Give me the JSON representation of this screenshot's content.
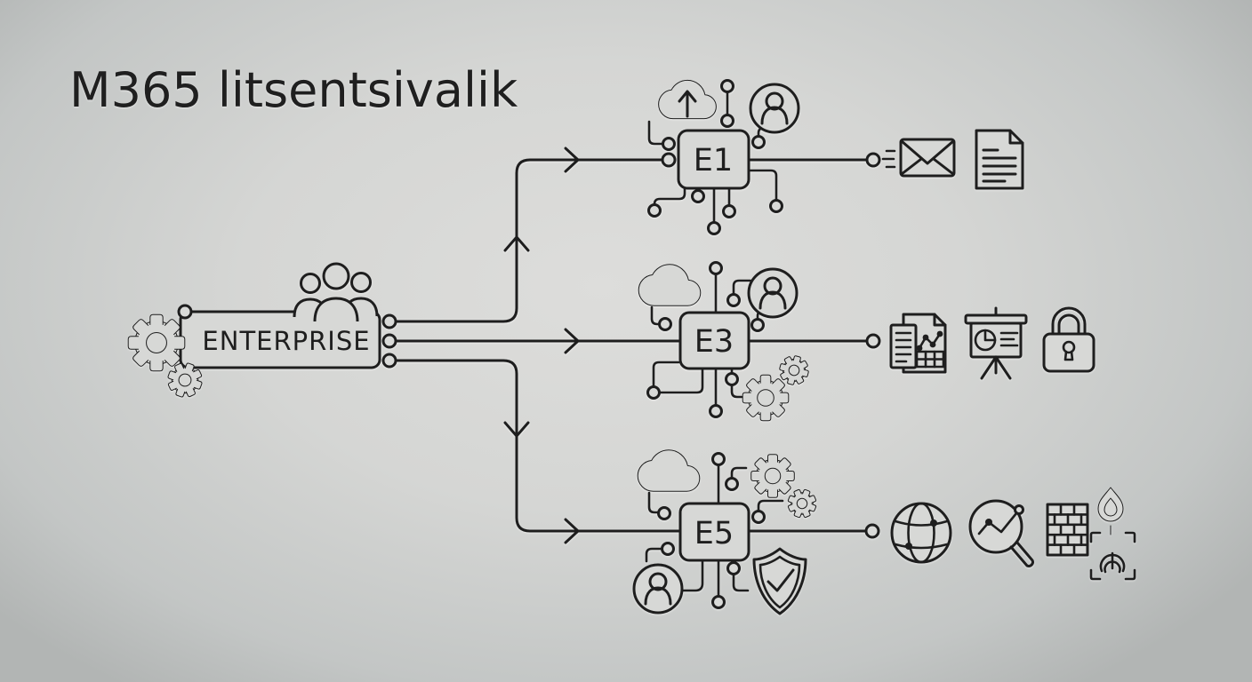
{
  "title": "M365 litsentsivalik",
  "colors": {
    "background_center": "#dddddb",
    "background_edge": "#b2b5b4",
    "line": "#1e1e1e"
  },
  "enterprise": {
    "label": "ENTERPRISE",
    "icons": [
      "gears-icon",
      "team-icon"
    ]
  },
  "tiers": [
    {
      "label": "E1",
      "decor_icons": [
        "cloud-upload-icon",
        "user-badge-icon",
        "circuit-traces"
      ],
      "feature_icons": [
        "mail-icon",
        "document-icon"
      ]
    },
    {
      "label": "E3",
      "decor_icons": [
        "cloud-icon",
        "user-badge-icon",
        "gears-icon",
        "circuit-traces"
      ],
      "feature_icons": [
        "report-chart-icon",
        "presentation-icon",
        "padlock-icon"
      ]
    },
    {
      "label": "E5",
      "decor_icons": [
        "cloud-icon",
        "gears-icon",
        "user-badge-icon",
        "shield-check-icon",
        "circuit-traces"
      ],
      "feature_icons": [
        "globe-icon",
        "analytics-search-icon",
        "firewall-icon",
        "flame-icon",
        "fingerprint-icon"
      ]
    }
  ]
}
